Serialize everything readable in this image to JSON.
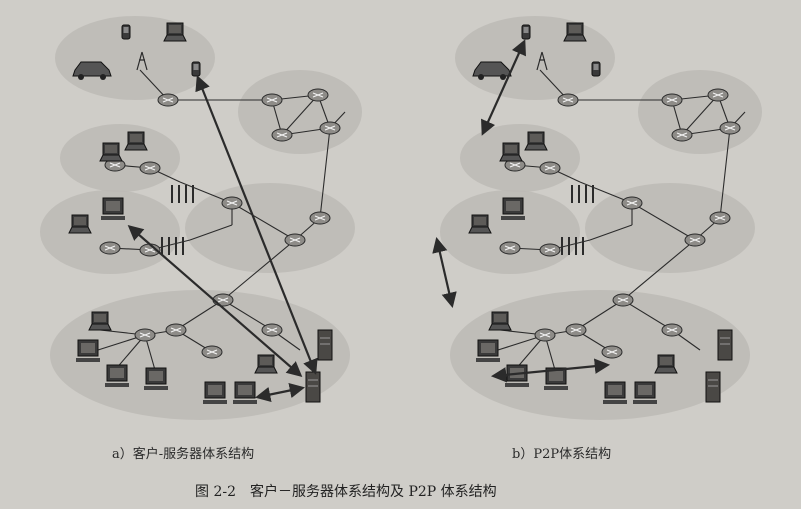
{
  "panel_a": {
    "caption": "a）客户-服务器体系结构"
  },
  "panel_b": {
    "caption": "b）P2P体系结构"
  },
  "figure": {
    "number": "图 2-2",
    "caption": "客户－服务器体系结构及 P2P 体系结构"
  },
  "colors": {
    "background": "#cfcdc8",
    "cloud": "#bcbab5",
    "line": "#2b2b2b",
    "device": "#3a3a3a"
  }
}
